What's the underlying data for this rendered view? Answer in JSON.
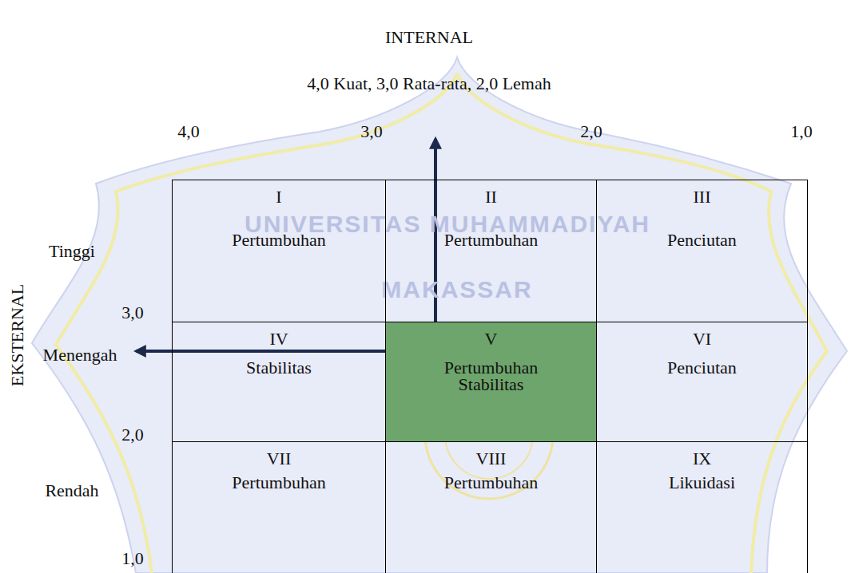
{
  "diagram": {
    "nodes": [
      {
        "text": [
          "I",
          "Pertumbuhan"
        ]
      },
      {
        "text": [
          "II",
          "Pertumbuhan"
        ]
      },
      {
        "text": [
          "III",
          "Penciutan"
        ]
      },
      {
        "text": [
          "IV",
          "Stabilitas"
        ]
      },
      {
        "text": [
          "V",
          "Pertumbuhan Stabilitas"
        ]
      },
      {
        "text": [
          "VI",
          "Penciutan"
        ]
      },
      {
        "text": [
          "VII",
          "Pertumbuhan"
        ]
      },
      {
        "text": [
          "VIII",
          "Pertumbuhan"
        ]
      },
      {
        "text": [
          "IX",
          "Likuidasi"
        ]
      }
    ],
    "labels": [
      "INTERNAL",
      "4,0 Kuat, 3,0 Rata-rata, 2,0 Lemah",
      "4,0",
      "3,0",
      "2,0",
      "1,0",
      "EKSTERNAL",
      "Tinggi",
      "3,0",
      "Menengah",
      "2,0",
      "Rendah",
      "1,0",
      "UNIVERSITAS MUHAMMADIYAH",
      "MAKASSAR"
    ]
  }
}
